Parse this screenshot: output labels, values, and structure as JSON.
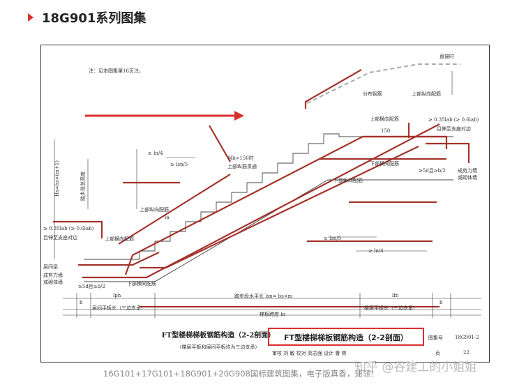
{
  "header": {
    "title": "18G901系列图集"
  },
  "drawing": {
    "note": "注：见本图集第16页注。",
    "labels": {
      "direct_anchor": "直锚时",
      "dist_bar": "分布钢筋",
      "upper_long_bar": "上部纵向配筋",
      "upper_cross_bar": "上部横向配筋",
      "lower_cross_bar": "下部横向配筋",
      "lower_long_bar": "下部纵向配筋",
      "anchor_035": "≥ 0.35lab (≥ 0.6lab)",
      "anchor_note": "且伸至支座对边",
      "shear_wall": "成剪力墙",
      "masonry_wall": "或砌体墙",
      "floor_beam": "层间梁",
      "fd_5d": "≥5d且≥b/2",
      "ln4": "≥ ln/4",
      "ln5": "≥ lsn/5",
      "step_span_lsn": "踏步段水平长 lsn= bs×m",
      "slab_span": "梯板跨度 ln",
      "floor_slab_left": "层间平板长（三边支承）",
      "floor_slab_right": "楼层平板长（三边支承）",
      "lpn": "lpn",
      "lfn": "lfn",
      "b": "b",
      "over150": "当h>150时",
      "through": "上部纵筋贯通",
      "hs_m": "Hs=hs×(m+1)",
      "steps_h": "踏步段总高度",
      "la": "la",
      "hd_150": "150"
    }
  },
  "title_block": {
    "left_title": "FT型楼梯梯板钢筋构造（2-2剖面）",
    "left_sub": "（楼层平板和层间平板均为三边支承）",
    "main_title": "FT型楼梯梯板钢筋构造（2-2剖面）",
    "atlas_label": "图集号",
    "atlas_no": "18G901-2",
    "page_label": "页",
    "page_no": "22",
    "review_row": "审核 刘 敏 校对 高志强 设计 曹 爽"
  },
  "footer": {
    "text": "16G101+17G101+18G901+20G908国标建筑图集，电子版真香，速领！"
  },
  "watermark": {
    "text": "知乎 @谷建工的小姐姐"
  },
  "colors": {
    "rebar": "#a3332b",
    "accent": "#d9302c",
    "line": "#333333",
    "dash": "#aaaaaa"
  }
}
